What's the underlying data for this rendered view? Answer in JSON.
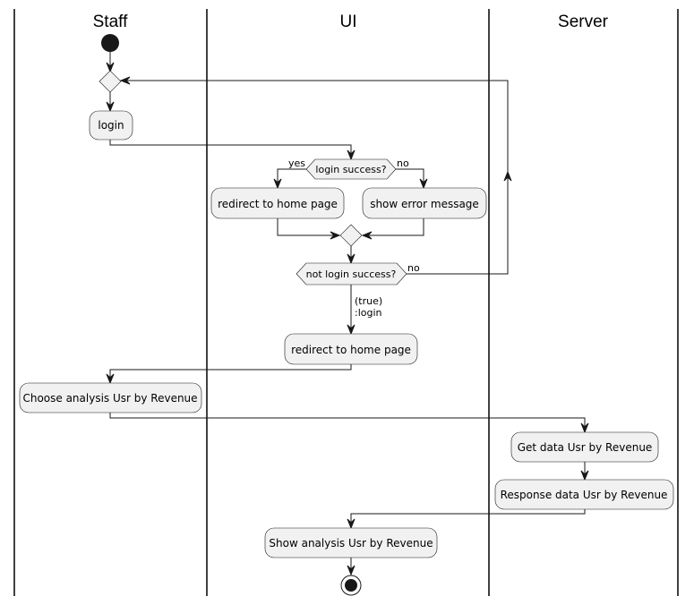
{
  "swimlanes": [
    "Staff",
    "UI",
    "Server"
  ],
  "nodes": {
    "login": "login",
    "login_success_decision": "login success?",
    "redirect_home_1": "redirect to home page",
    "show_error": "show error message",
    "not_login_success_decision": "not login success?",
    "redirect_home_2": "redirect to home page",
    "choose_analysis": "Choose analysis Usr by Revenue",
    "get_data": "Get data Usr by Revenue",
    "response_data": "Response data Usr by Revenue",
    "show_analysis": "Show analysis Usr by Revenue"
  },
  "edge_labels": {
    "yes": "yes",
    "no_1": "no",
    "no_2": "no",
    "true": "(true)",
    "login": ":login"
  }
}
